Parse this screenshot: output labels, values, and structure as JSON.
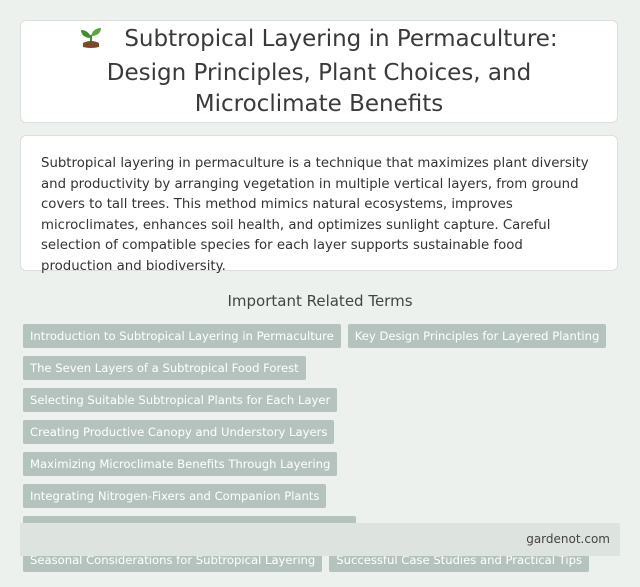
{
  "header": {
    "icon": "sprout-icon",
    "title": "Subtropical Layering in Permaculture: Design Principles, Plant Choices, and Microclimate Benefits"
  },
  "summary": {
    "text": "Subtropical layering in permaculture is a technique that maximizes plant diversity and productivity by arranging vegetation in multiple vertical layers, from ground covers to tall trees. This method mimics natural ecosystems, improves microclimates, enhances soil health, and optimizes sunlight capture. Careful selection of compatible species for each layer supports sustainable food production and biodiversity."
  },
  "related": {
    "heading": "Important Related Terms",
    "terms": [
      "Introduction to Subtropical Layering in Permaculture",
      "Key Design Principles for Layered Planting",
      "The Seven Layers of a Subtropical Food Forest",
      "Selecting Suitable Subtropical Plants for Each Layer",
      "Creating Productive Canopy and Understory Layers",
      "Maximizing Microclimate Benefits Through Layering",
      "Integrating Nitrogen-Fixers and Companion Plants",
      "Managing Soil Health and Moisture in Layered Gardens",
      "Seasonal Considerations for Subtropical Layering",
      "Successful Case Studies and Practical Tips"
    ]
  },
  "footer": {
    "site": "gardenot.com"
  },
  "colors": {
    "background": "#edf1ee",
    "term_chip": "#b5c3bf",
    "footer_bar": "#dde3de"
  }
}
